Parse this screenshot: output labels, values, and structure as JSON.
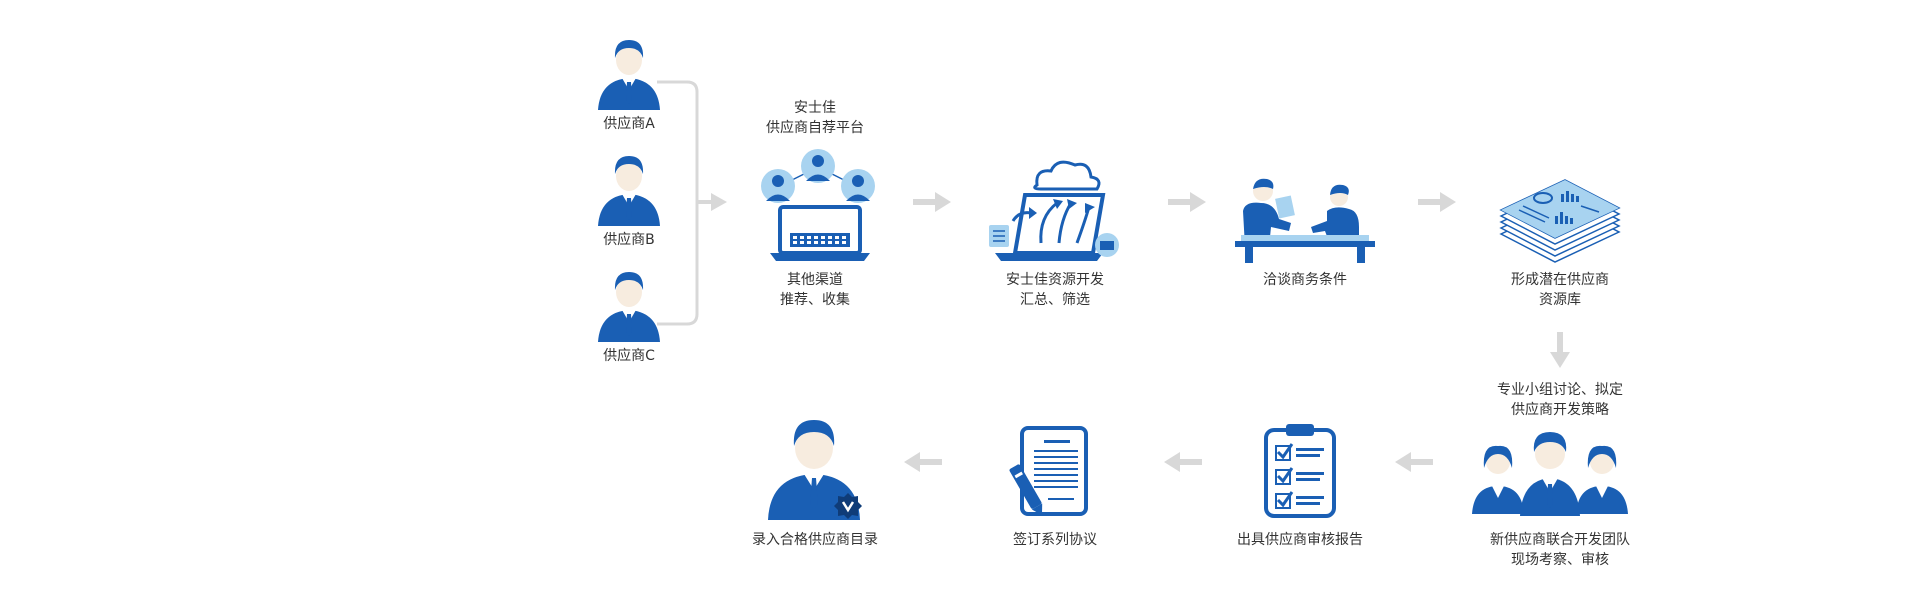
{
  "colors": {
    "primary": "#1a5fb4",
    "light_blue": "#a8d3f0",
    "skin": "#f7ecdf",
    "arrow": "#d8d8d8",
    "text": "#333333"
  },
  "suppliers": [
    {
      "label": "供应商A"
    },
    {
      "label": "供应商B"
    },
    {
      "label": "供应商C"
    }
  ],
  "flow_top": [
    {
      "lines": [
        "安士佳",
        "供应商自荐平台"
      ],
      "icon": "people-network-icon"
    },
    {
      "lines": [
        "其他渠道",
        "推荐、收集"
      ],
      "icon": "laptop-icon"
    },
    {
      "lines": [
        "安士佳资源开发",
        "汇总、筛选"
      ],
      "icon": "cloud-laptop-icon"
    },
    {
      "lines": [
        "洽谈商务条件"
      ],
      "icon": "negotiation-icon"
    },
    {
      "lines": [
        "形成潜在供应商",
        "资源库"
      ],
      "icon": "document-stack-icon"
    }
  ],
  "flow_bottom": [
    {
      "lines": [
        "专业小组讨论、拟定",
        "供应商开发策略"
      ]
    },
    {
      "lines": [
        "新供应商联合开发团队",
        "现场考察、审核"
      ],
      "icon": "team-icon"
    },
    {
      "lines": [
        "出具供应商审核报告"
      ],
      "icon": "clipboard-checklist-icon"
    },
    {
      "lines": [
        "签订系列协议"
      ],
      "icon": "contract-pen-icon"
    },
    {
      "lines": [
        "录入合格供应商目录"
      ],
      "icon": "verified-person-icon"
    }
  ]
}
